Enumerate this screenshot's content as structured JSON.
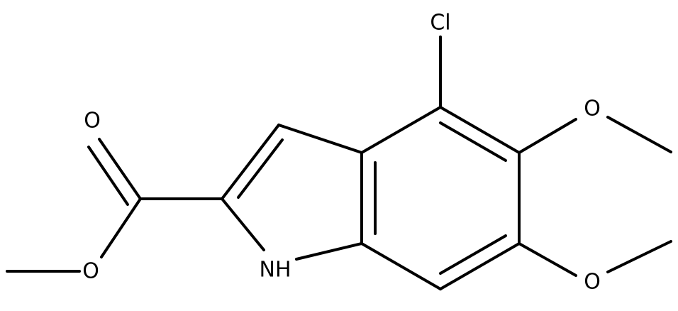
{
  "molecule": {
    "atoms": {
      "cl": "Cl",
      "o_carbonyl": "O",
      "o_ester": "O",
      "o_methoxy5": "O",
      "o_methoxy6": "O",
      "nh": "NH"
    }
  }
}
